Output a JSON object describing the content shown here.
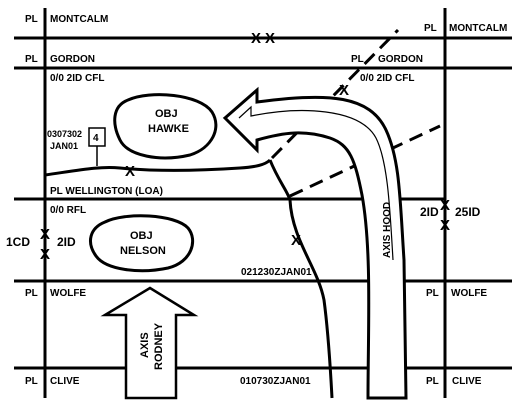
{
  "phase_lines": {
    "montcalm": {
      "pl_left": "PL",
      "name_left": "MONTCALM",
      "pl_right": "PL",
      "name_right": "MONTCALM"
    },
    "gordon": {
      "pl_left": "PL",
      "name_left": "GORDON",
      "pl_right": "PL",
      "name_right": "GORDON",
      "note_left": "0/0 2ID CFL",
      "note_right": "0/0 2ID CFL"
    },
    "wellington": {
      "name": "PL WELLINGTON (LOA)",
      "note": "0/0 RFL"
    },
    "wolfe": {
      "pl_left": "PL",
      "name_left": "WOLFE",
      "pl_right": "PL",
      "name_right": "WOLFE",
      "time": "021230ZJAN01"
    },
    "clive": {
      "pl_left": "PL",
      "name_left": "CLIVE",
      "pl_right": "PL",
      "name_right": "CLIVE",
      "time": "010730ZJAN01"
    }
  },
  "objectives": {
    "hawke": {
      "line1": "OBJ",
      "line2": "HAWKE"
    },
    "nelson": {
      "line1": "OBJ",
      "line2": "NELSON"
    }
  },
  "axes": {
    "rodney": {
      "line1": "AXIS",
      "line2": "RODNEY"
    },
    "hood": {
      "label": "AXIS HOOD"
    }
  },
  "boundaries": {
    "left_upper": "1CD",
    "left_lower": "2ID",
    "right_upper": "2ID",
    "right_lower": "25ID"
  },
  "marker": {
    "dtg_line1": "0307302",
    "dtg_line2": "JAN01",
    "unit": "4"
  },
  "symbols": {
    "x": "X"
  }
}
